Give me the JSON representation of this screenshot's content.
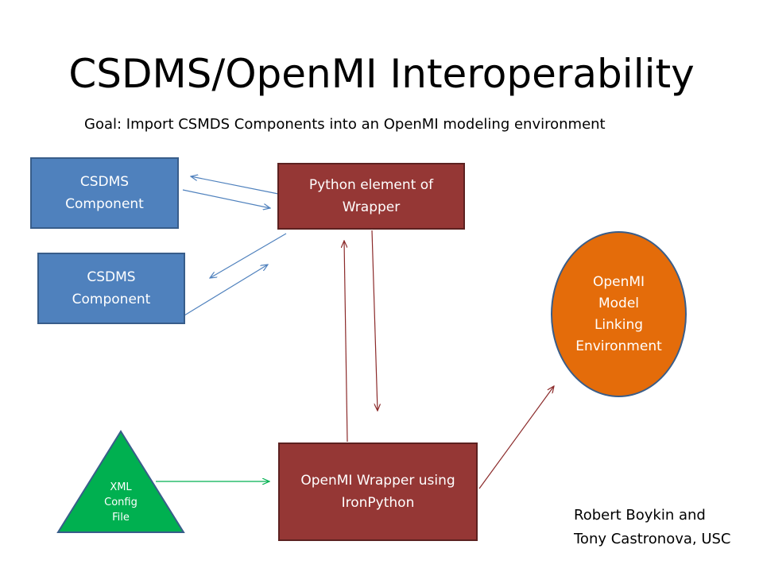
{
  "title": "CSDMS/OpenMI Interoperability",
  "subtitle": "Goal: Import CSMDS Components into an OpenMI modeling environment",
  "nodes": {
    "csdms_component_1": [
      "CSDMS",
      "Component"
    ],
    "csdms_component_2": [
      "CSDMS",
      "Component"
    ],
    "python_wrapper": [
      "Python element of",
      "Wrapper"
    ],
    "openmi_wrapper": [
      "OpenMI Wrapper using",
      "IronPython"
    ],
    "openmi_environment": [
      "OpenMI",
      "Model",
      "Linking",
      "Environment"
    ],
    "xml_config": [
      "XML",
      "Config",
      "File"
    ]
  },
  "credit": [
    "Robert Boykin and",
    "Tony Castronova, USC"
  ],
  "colors": {
    "component_blue": "#4f81bd",
    "wrapper_red": "#953735",
    "environment_orange": "#e46c0a",
    "config_green": "#00b050",
    "connector_blue": "#4f81bd",
    "connector_red": "#8b2a2a",
    "connector_green": "#00b050"
  }
}
